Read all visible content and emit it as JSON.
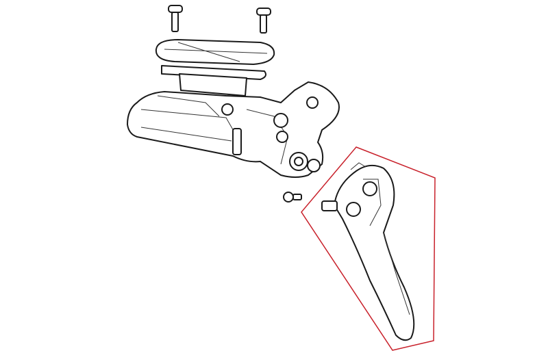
{
  "diagram": {
    "type": "exploded-parts-line-drawing",
    "highlight": {
      "color": "#c8202a",
      "shape": "polygon-outline",
      "target": "lever"
    }
  }
}
